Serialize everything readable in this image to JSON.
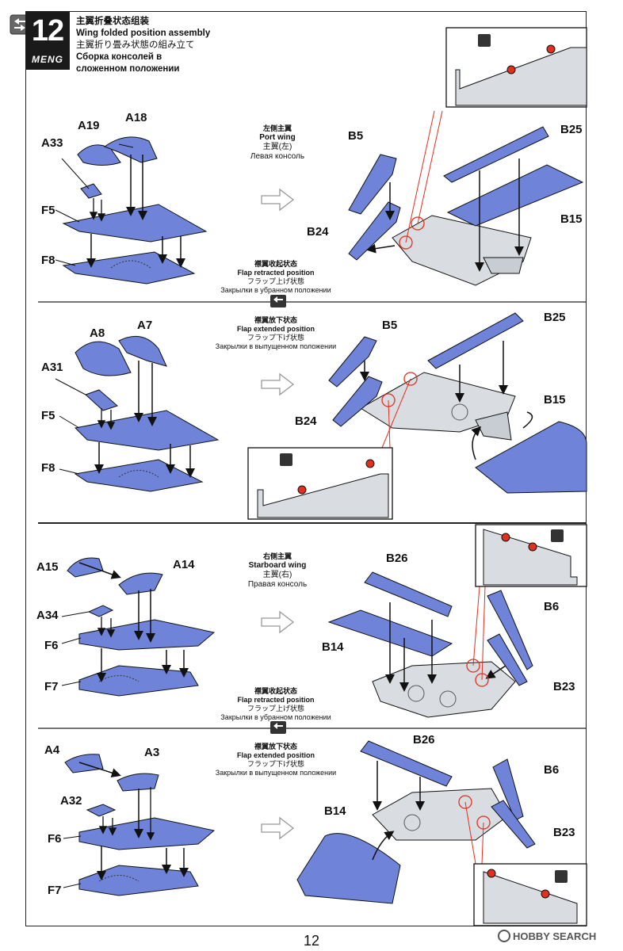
{
  "step": {
    "number": "12",
    "brand": "MENG"
  },
  "title": {
    "zh": "主翼折叠状态组装",
    "en": "Wing folded position assembly",
    "ja": "主翼折り畳み状態の組み立て",
    "ru_line1": "Сборка консолей в",
    "ru_line2": "сложенном положении"
  },
  "section_port": {
    "zh": "左侧主翼",
    "en": "Port wing",
    "ja": "主翼(左)",
    "ru": "Левая консоль"
  },
  "section_starboard": {
    "zh": "右侧主翼",
    "en": "Starboard wing",
    "ja": "主翼(右)",
    "ru": "Правая консоль"
  },
  "flap_retracted": {
    "zh": "襟翼收起状态",
    "en": "Flap retracted position",
    "ja": "フラップ上げ状態",
    "ru": "Закрылки в убранном положении"
  },
  "flap_extended": {
    "zh": "襟翼放下状态",
    "en": "Flap extended position",
    "ja": "フラップ下げ状態",
    "ru": "Закрылки в выпущенном положении"
  },
  "parts": {
    "p1": {
      "a19": "A19",
      "a18": "A18",
      "a33": "A33",
      "f5": "F5",
      "f8": "F8",
      "b5": "B5",
      "b25": "B25",
      "b15": "B15",
      "b24": "B24"
    },
    "p2": {
      "a8": "A8",
      "a7": "A7",
      "a31": "A31",
      "f5": "F5",
      "f8": "F8",
      "b5": "B5",
      "b25": "B25",
      "b15": "B15",
      "b24": "B24"
    },
    "p3": {
      "a15": "A15",
      "a14": "A14",
      "a34": "A34",
      "f6": "F6",
      "f7": "F7",
      "b26": "B26",
      "b14": "B14",
      "b6": "B6",
      "b23": "B23"
    },
    "p4": {
      "a4": "A4",
      "a3": "A3",
      "a32": "A32",
      "f6": "F6",
      "f7": "F7",
      "b26": "B26",
      "b14": "B14",
      "b6": "B6",
      "b23": "B23"
    }
  },
  "page_number": "12",
  "watermark": "HOBBY SEARCH",
  "colors": {
    "part_blue": "#6f84d8",
    "part_grey": "#d9dde2",
    "cement_red": "#e0301e",
    "ink": "#1a1a1a"
  },
  "icons": [
    "back-arrow-icon",
    "section-swap-icon",
    "cement-icon",
    "next-step-arrow-icon"
  ]
}
